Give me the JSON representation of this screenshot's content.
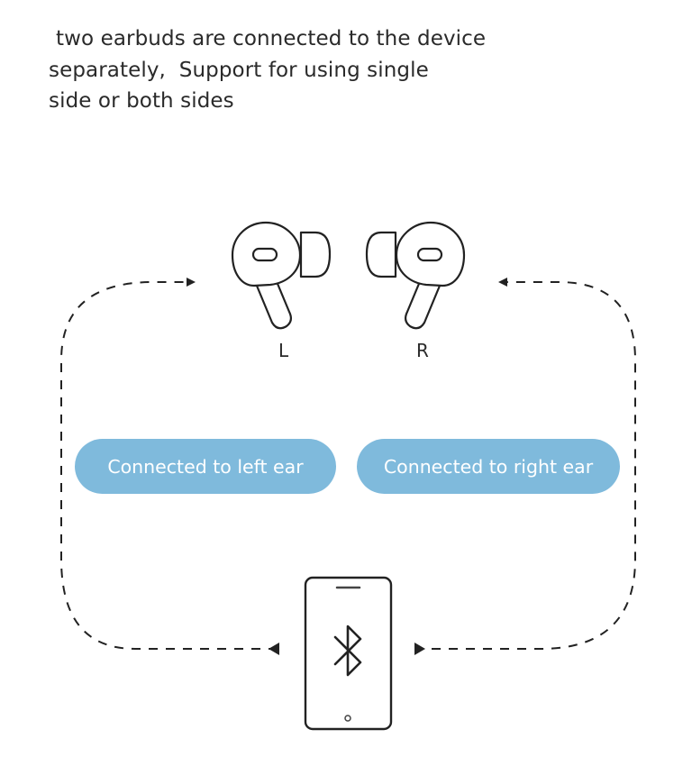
{
  "caption": {
    "line1": "two earbuds are connected to the device",
    "line2": "separately,  Support for using single",
    "line3": "side or both sides"
  },
  "earbuds": {
    "left_label": "L",
    "right_label": "R"
  },
  "connections": {
    "left_label": "Connected to left ear",
    "right_label": "Connected to right ear"
  },
  "phone": {
    "icon": "bluetooth-icon"
  },
  "colors": {
    "pill": "#7fbadc",
    "stroke": "#222222",
    "text": "#2a2a2a"
  }
}
